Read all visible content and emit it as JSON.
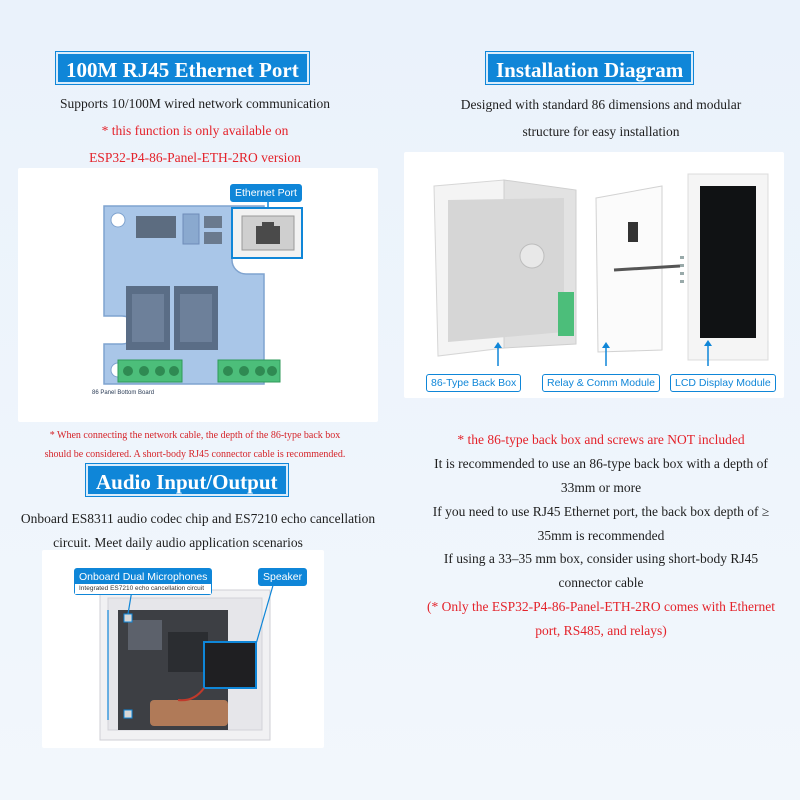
{
  "ethernet": {
    "title": "100M RJ45 Ethernet Port",
    "line1": "Supports 10/100M wired network communication",
    "line2": "* this function is only available on",
    "line3": "ESP32-P4-86-Panel-ETH-2RO version",
    "callout": "Ethernet Port",
    "board_label": "86 Panel Bottom Board",
    "note1": "* When connecting the network cable, the depth of the 86-type back box",
    "note2": "should be considered. A short-body RJ45 connector cable is recommended."
  },
  "audio": {
    "title": "Audio Input/Output",
    "line1": "Onboard ES8311 audio codec chip and ES7210 echo cancellation",
    "line2": "circuit. Meet daily audio application scenarios",
    "mic_label": "Onboard Dual Microphones",
    "mic_sub": "Integrated ES7210 echo cancellation circuit",
    "speaker_label": "Speaker"
  },
  "installation": {
    "title": "Installation Diagram",
    "line1": "Designed with standard 86 dimensions and modular",
    "line2": "structure for easy installation",
    "labels": [
      "86-Type Back Box",
      "Relay & Comm Module",
      "LCD Display Module"
    ],
    "note_red": "* the 86-type back box and screws are NOT included",
    "rec1": "It is recommended to use an 86-type back box with a depth of",
    "rec2": "33mm or more",
    "rec3": "If you need to use RJ45 Ethernet port, the back box depth of ≥",
    "rec4": "35mm is recommended",
    "rec5": "If using a 33–35 mm box, consider using short-body RJ45",
    "rec6": "connector cable",
    "footer1": "(* Only the ESP32-P4-86-Panel-ETH-2RO comes with Ethernet",
    "footer2": "port, RS485, and relays)"
  },
  "colors": {
    "accent": "#0f86d8",
    "warning": "#e4232b",
    "pcb": "#a9c6e8",
    "terminal": "#4cbe7a"
  }
}
